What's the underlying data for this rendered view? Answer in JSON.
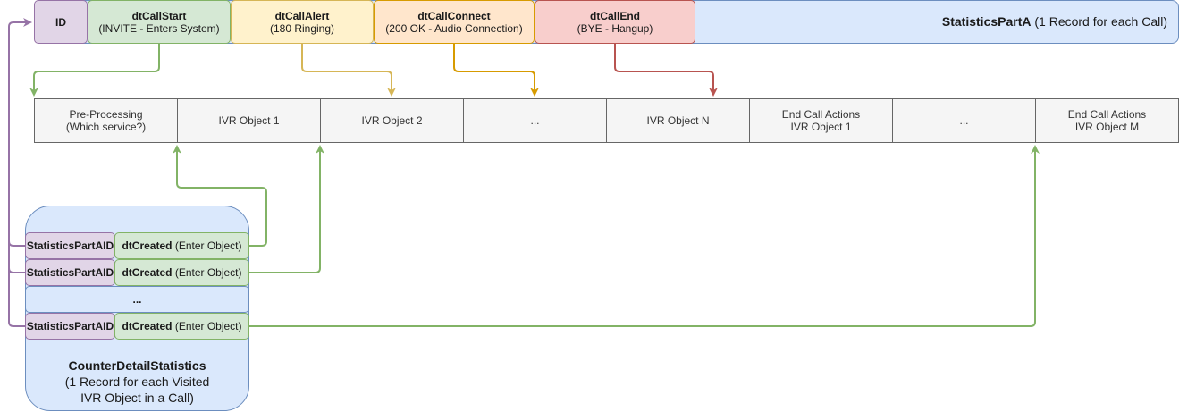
{
  "statistics_part_a": {
    "title_bold": "StatisticsPartA",
    "title_rest": " (1 Record for each Call)",
    "fields": [
      {
        "name": "ID",
        "desc": ""
      },
      {
        "name": "dtCallStart",
        "desc": "(INVITE - Enters System)"
      },
      {
        "name": "dtCallAlert",
        "desc": "(180 Ringing)"
      },
      {
        "name": "dtCallConnect",
        "desc": "(200 OK - Audio Connection)"
      },
      {
        "name": "dtCallEnd",
        "desc": "(BYE - Hangup)"
      }
    ]
  },
  "pipeline": {
    "steps": [
      {
        "line1": "Pre-Processing",
        "line2": "(Which service?)"
      },
      {
        "line1": "IVR Object 1",
        "line2": ""
      },
      {
        "line1": "IVR Object 2",
        "line2": ""
      },
      {
        "line1": "...",
        "line2": ""
      },
      {
        "line1": "IVR Object N",
        "line2": ""
      },
      {
        "line1": "End Call Actions",
        "line2": "IVR Object 1"
      },
      {
        "line1": "...",
        "line2": ""
      },
      {
        "line1": "End Call Actions",
        "line2": "IVR Object M"
      }
    ]
  },
  "counter_detail": {
    "title": "CounterDetailStatistics",
    "subtitle_line1": "(1 Record for each Visited",
    "subtitle_line2": "IVR Object in a Call)",
    "rows": [
      {
        "fk": "StatisticsPartAID",
        "field_bold": "dtCreated",
        "field_rest": " (Enter Object)"
      },
      {
        "fk": "StatisticsPartAID",
        "field_bold": "dtCreated",
        "field_rest": " (Enter Object)"
      },
      {
        "fk": "StatisticsPartAID",
        "field_bold": "dtCreated",
        "field_rest": " (Enter Object)"
      }
    ],
    "ellipsis": "..."
  },
  "colors": {
    "purple_line": "#9673a6",
    "green_line": "#82b366",
    "yellow_line": "#d6b656",
    "orange_line": "#d79b00",
    "red_line": "#b85450"
  }
}
